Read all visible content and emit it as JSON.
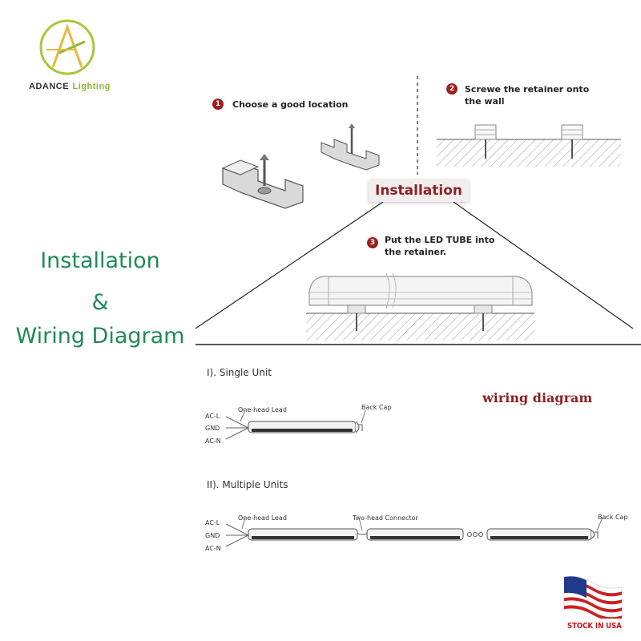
{
  "brand": {
    "name_part1": "ADANCE",
    "name_part2": "Lighting",
    "logo_color": "#8cb832"
  },
  "headline": {
    "line1": "Installation",
    "line2": "&",
    "line3": "Wiring Diagram",
    "color": "#1f8a57"
  },
  "installation": {
    "badge": "Installation",
    "step1": {
      "num": "1",
      "text": "Choose a good location"
    },
    "step2": {
      "num": "2",
      "line1": "Screwe the retainer onto",
      "line2": "the wall"
    },
    "step3": {
      "num": "3",
      "line1": "Put the LED TUBE into",
      "line2": "the retainer."
    }
  },
  "wiring": {
    "title": "wiring diagram",
    "single": {
      "heading": "I). Single Unit",
      "lead_label": "One-head Lead",
      "cap_label": "Back Cap",
      "wires": [
        "AC-L",
        "GND",
        "AC-N"
      ]
    },
    "multiple": {
      "heading": "II). Multiple Units",
      "lead_label": "One-head Lead",
      "connector_label": "Two-head Connector",
      "cap_label": "Back Cap",
      "wires": [
        "AC-L",
        "GND",
        "AC-N"
      ]
    }
  },
  "stock": {
    "text": "STOCK IN USA",
    "flag_icon": "us-flag-icon"
  }
}
